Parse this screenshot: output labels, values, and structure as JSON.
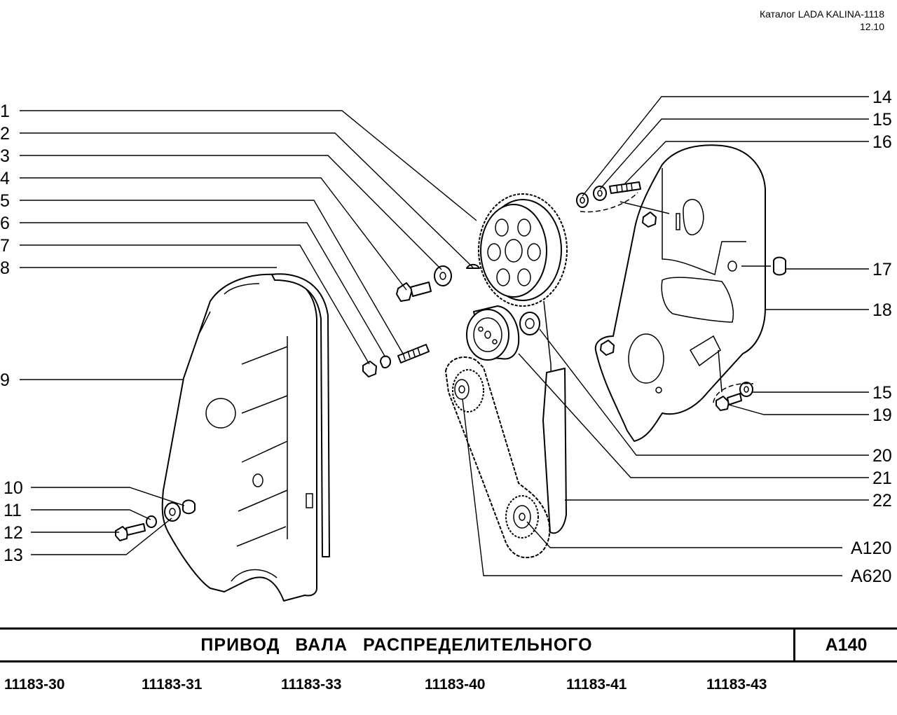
{
  "header": {
    "catalog": "Каталог LADA KALINA-1118",
    "page_ref": "12.10"
  },
  "callouts": {
    "l1": "1",
    "l2": "2",
    "l3": "3",
    "l4": "4",
    "l5": "5",
    "l6": "6",
    "l7": "7",
    "l8": "8",
    "l9": "9",
    "l10": "10",
    "l11": "11",
    "l12": "12",
    "l13": "13",
    "r14": "14",
    "r15a": "15",
    "r16": "16",
    "r17": "17",
    "r18": "18",
    "r15b": "15",
    "r19": "19",
    "r20": "20",
    "r21": "21",
    "r22": "22",
    "rA120": "A120",
    "rA620": "A620"
  },
  "title_band": {
    "title": "ПРИВОД   ВАЛА   РАСПРЕДЕЛИТЕЛЬНОГО",
    "code": "A140"
  },
  "models": [
    "11183-30",
    "11183-31",
    "11183-33",
    "11183-40",
    "11183-41",
    "11183-43"
  ]
}
